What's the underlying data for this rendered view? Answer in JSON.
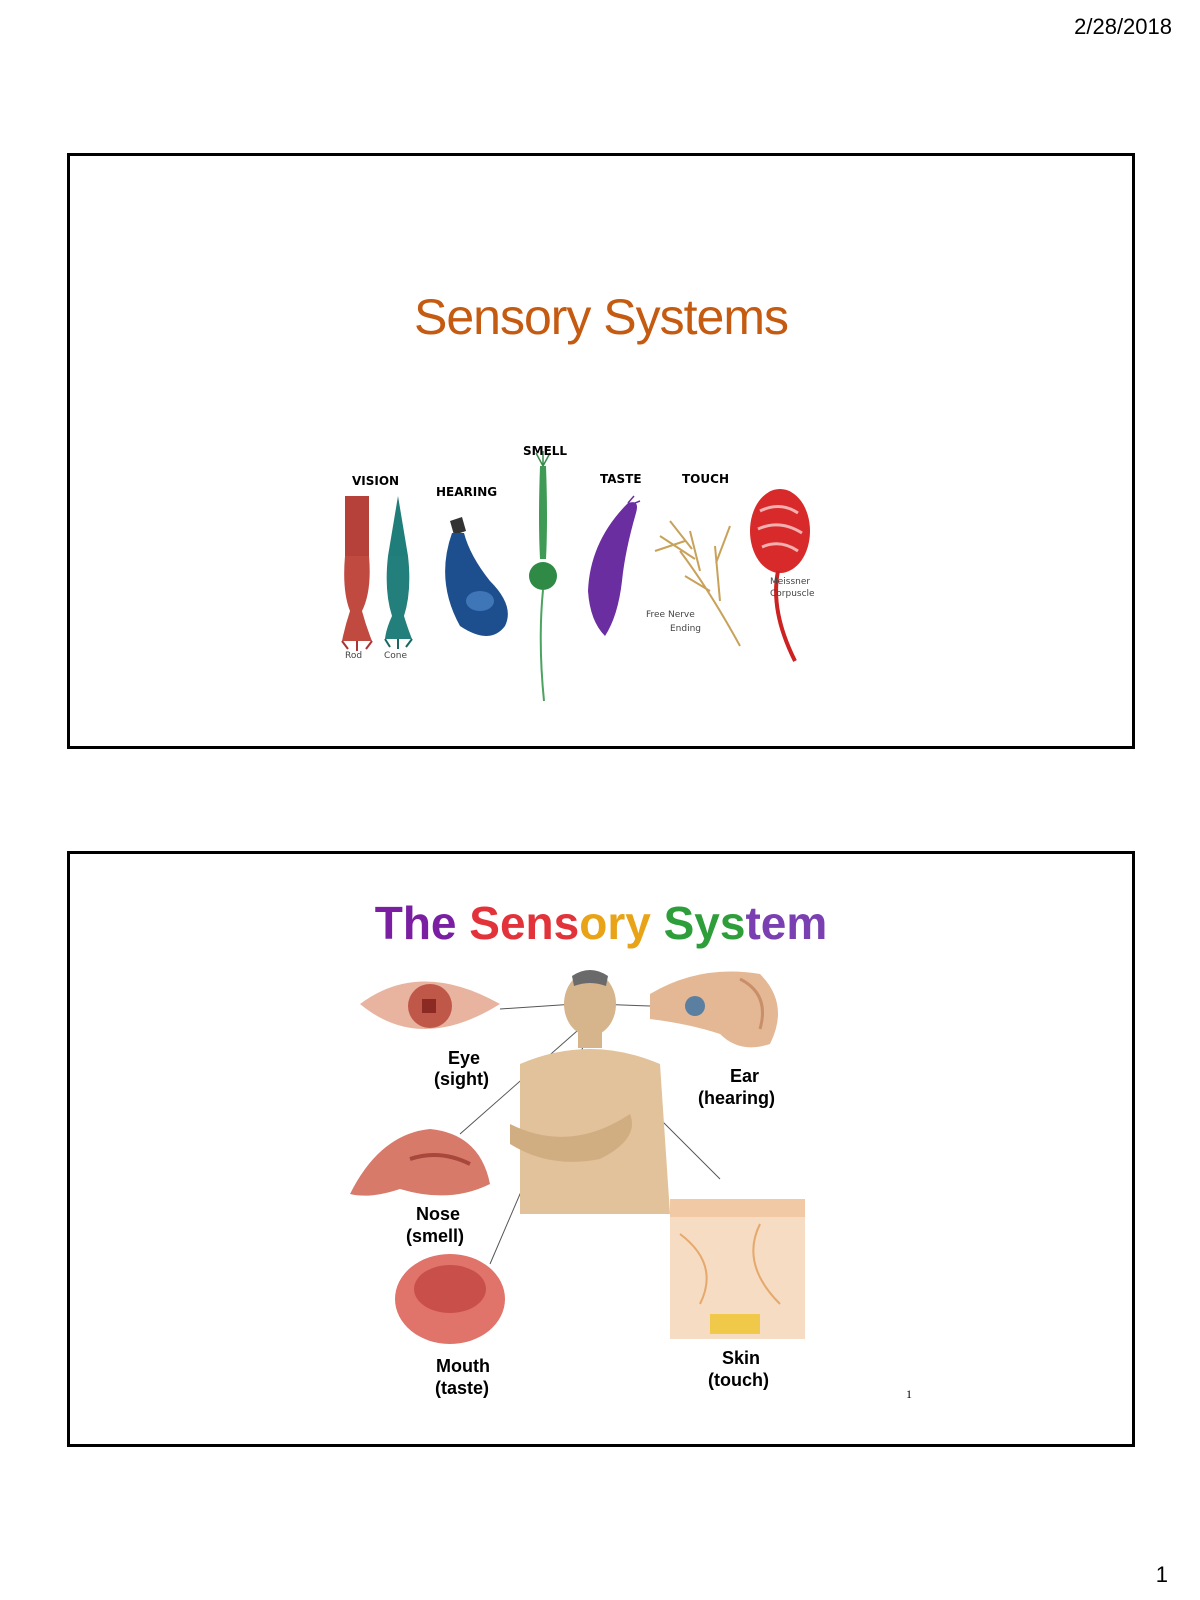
{
  "header": {
    "date": "2/28/2018"
  },
  "footer": {
    "page_number": "1"
  },
  "slide1": {
    "title": "Sensory Systems",
    "title_color": "#c55a11",
    "labels": {
      "vision": "VISION",
      "hearing": "HEARING",
      "smell": "SMELL",
      "taste": "TASTE",
      "touch": "TOUCH",
      "rod": "Rod",
      "cone": "Cone",
      "free_nerve_1": "Free Nerve",
      "free_nerve_2": "Ending",
      "meissner_1": "Meissner",
      "meissner_2": "Corpuscle"
    }
  },
  "slide2": {
    "title_parts": [
      {
        "text": "The ",
        "color": "#7a1fa2"
      },
      {
        "text": "Sens",
        "color": "#e2333a"
      },
      {
        "text": "ory ",
        "color": "#e8a317"
      },
      {
        "text": "Sys",
        "color": "#2e9e3a"
      },
      {
        "text": "tem",
        "color": "#7a3fb0"
      }
    ],
    "organs": {
      "eye_1": "Eye",
      "eye_2": "(sight)",
      "ear_1": "Ear",
      "ear_2": "(hearing)",
      "nose_1": "Nose",
      "nose_2": "(smell)",
      "mouth_1": "Mouth",
      "mouth_2": "(taste)",
      "skin_1": "Skin",
      "skin_2": "(touch)"
    },
    "slide_number": "1"
  }
}
